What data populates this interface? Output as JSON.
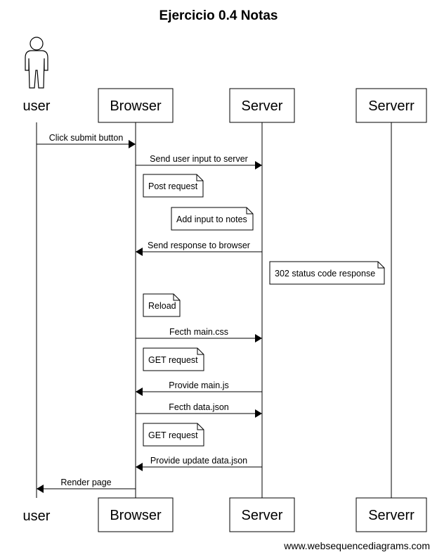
{
  "title": "Ejercicio 0.4 Notas",
  "participants": [
    {
      "key": "user",
      "label": "user",
      "kind": "actor"
    },
    {
      "key": "browser",
      "label": "Browser",
      "kind": "box"
    },
    {
      "key": "server",
      "label": "Server",
      "kind": "box"
    },
    {
      "key": "serverr",
      "label": "Serverr",
      "kind": "box"
    }
  ],
  "messages": [
    {
      "from": "user",
      "to": "browser",
      "label": "Click submit button"
    },
    {
      "from": "browser",
      "to": "server",
      "label": "Send user input to server"
    },
    {
      "from": "server",
      "to": "browser",
      "label": "Send response to browser"
    },
    {
      "from": "browser",
      "to": "server",
      "label": "Fecth main.css"
    },
    {
      "from": "server",
      "to": "browser",
      "label": "Provide main.js"
    },
    {
      "from": "browser",
      "to": "server",
      "label": "Fecth data.json"
    },
    {
      "from": "server",
      "to": "browser",
      "label": "Provide update data.json"
    },
    {
      "from": "browser",
      "to": "user",
      "label": "Render page"
    }
  ],
  "notes": [
    {
      "label": "Post request"
    },
    {
      "label": "Add input to notes"
    },
    {
      "label": "302 status code response"
    },
    {
      "label": "Reload"
    },
    {
      "label": "GET request"
    },
    {
      "label": "GET request"
    }
  ],
  "footer": "www.websequencediagrams.com"
}
